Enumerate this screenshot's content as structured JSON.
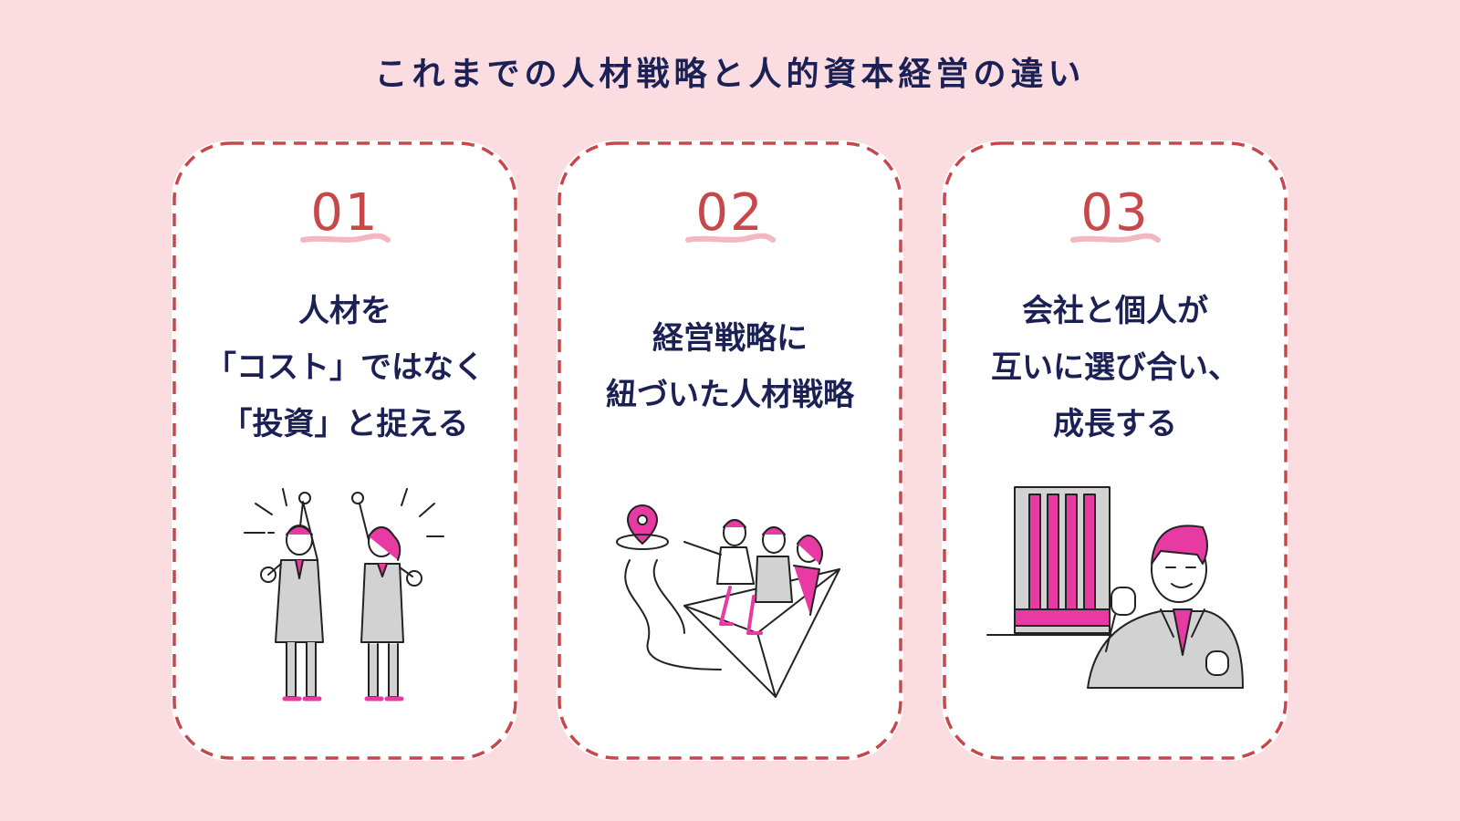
{
  "title": "これまでの人材戦略と人的資本経営の違い",
  "colors": {
    "background": "#fadce1",
    "card": "#ffffff",
    "dash": "#c7474b",
    "number": "#c7474b",
    "text": "#1c2155",
    "accent": "#e83aa3",
    "suit": "#d2d2d2"
  },
  "cards": [
    {
      "number": "01",
      "lines": [
        "人材を",
        "「コスト」ではなく",
        "「投資」と捉える"
      ],
      "illustration": "two-cheering-workers-icon"
    },
    {
      "number": "02",
      "lines": [
        "経営戦略に",
        "紐づいた人材戦略"
      ],
      "illustration": "team-on-paper-plane-icon"
    },
    {
      "number": "03",
      "lines": [
        "会社と個人が",
        "互いに選び合い、",
        "成長する"
      ],
      "illustration": "businessman-and-building-icon"
    }
  ]
}
